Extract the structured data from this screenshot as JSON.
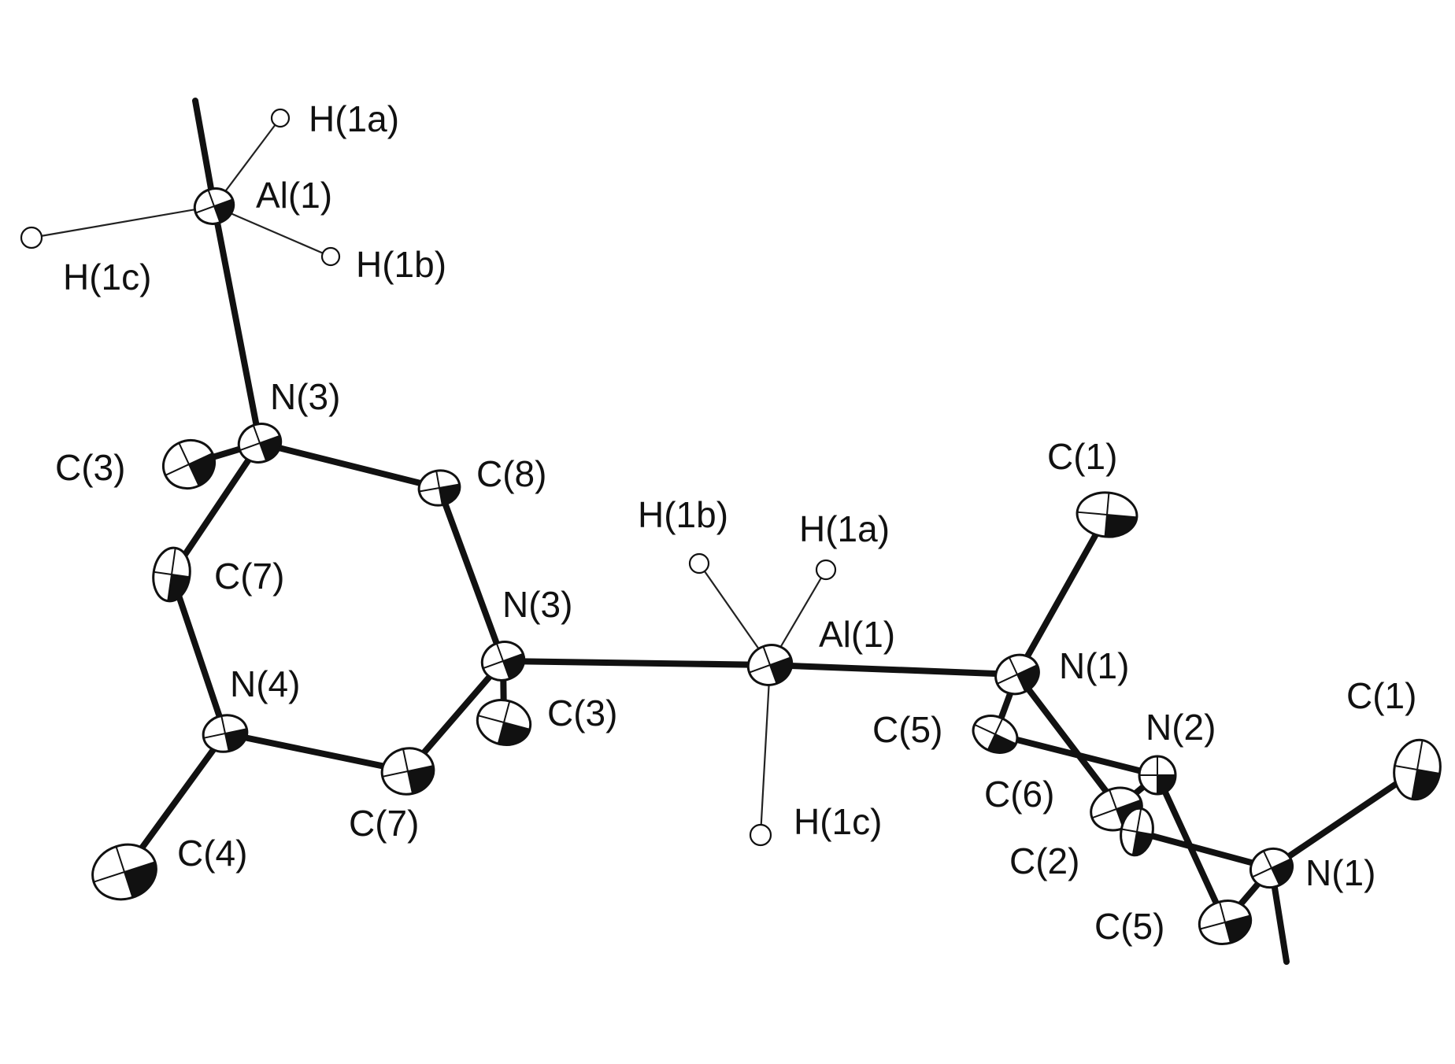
{
  "molecule": {
    "atoms": [
      {
        "id": "Al1_top",
        "label": "Al(1)",
        "kind": "ellipsoid"
      },
      {
        "id": "H1a_top",
        "label": "H(1a)",
        "kind": "hydrogen"
      },
      {
        "id": "H1b_top",
        "label": "H(1b)",
        "kind": "hydrogen"
      },
      {
        "id": "H1c_top",
        "label": "H(1c)",
        "kind": "hydrogen"
      },
      {
        "id": "N3_top",
        "label": "N(3)",
        "kind": "ellipsoid"
      },
      {
        "id": "C3_top",
        "label": "C(3)",
        "kind": "ellipsoid"
      },
      {
        "id": "C8",
        "label": "C(8)",
        "kind": "ellipsoid"
      },
      {
        "id": "C7_top",
        "label": "C(7)",
        "kind": "ellipsoid"
      },
      {
        "id": "N4",
        "label": "N(4)",
        "kind": "ellipsoid"
      },
      {
        "id": "C4",
        "label": "C(4)",
        "kind": "ellipsoid"
      },
      {
        "id": "C7_bot",
        "label": "C(7)",
        "kind": "ellipsoid"
      },
      {
        "id": "N3_mid",
        "label": "N(3)",
        "kind": "ellipsoid"
      },
      {
        "id": "C3_mid",
        "label": "C(3)",
        "kind": "ellipsoid"
      },
      {
        "id": "Al1_mid",
        "label": "Al(1)",
        "kind": "ellipsoid"
      },
      {
        "id": "H1b_mid",
        "label": "H(1b)",
        "kind": "hydrogen"
      },
      {
        "id": "H1a_mid",
        "label": "H(1a)",
        "kind": "hydrogen"
      },
      {
        "id": "H1c_mid",
        "label": "H(1c)",
        "kind": "hydrogen"
      },
      {
        "id": "N1_a",
        "label": "N(1)",
        "kind": "ellipsoid"
      },
      {
        "id": "C1_a",
        "label": "C(1)",
        "kind": "ellipsoid"
      },
      {
        "id": "C5_a",
        "label": "C(5)",
        "kind": "ellipsoid"
      },
      {
        "id": "N2",
        "label": "N(2)",
        "kind": "ellipsoid"
      },
      {
        "id": "C6",
        "label": "C(6)",
        "kind": "ellipsoid"
      },
      {
        "id": "C2",
        "label": "C(2)",
        "kind": "ellipsoid"
      },
      {
        "id": "N1_b",
        "label": "N(1)",
        "kind": "ellipsoid"
      },
      {
        "id": "C1_b",
        "label": "C(1)",
        "kind": "ellipsoid"
      },
      {
        "id": "C5_b",
        "label": "C(5)",
        "kind": "ellipsoid"
      }
    ],
    "bonds": [
      [
        "Al1_top",
        "H1a_top"
      ],
      [
        "Al1_top",
        "H1b_top"
      ],
      [
        "Al1_top",
        "H1c_top"
      ],
      [
        "Al1_top",
        "N3_top"
      ],
      [
        "N3_top",
        "C3_top"
      ],
      [
        "N3_top",
        "C8"
      ],
      [
        "N3_top",
        "C7_top"
      ],
      [
        "C7_top",
        "N4"
      ],
      [
        "N4",
        "C4"
      ],
      [
        "N4",
        "C7_bot"
      ],
      [
        "C7_bot",
        "N3_mid"
      ],
      [
        "C8",
        "N3_mid"
      ],
      [
        "N3_mid",
        "C3_mid"
      ],
      [
        "N3_mid",
        "Al1_mid"
      ],
      [
        "Al1_mid",
        "H1b_mid"
      ],
      [
        "Al1_mid",
        "H1a_mid"
      ],
      [
        "Al1_mid",
        "H1c_mid"
      ],
      [
        "Al1_mid",
        "N1_a"
      ],
      [
        "N1_a",
        "C1_a"
      ],
      [
        "N1_a",
        "C5_a"
      ],
      [
        "N1_a",
        "C2"
      ],
      [
        "C5_a",
        "N2"
      ],
      [
        "C6",
        "N2"
      ],
      [
        "C2",
        "N1_b"
      ],
      [
        "N2",
        "C5_b"
      ],
      [
        "N1_b",
        "C1_b"
      ],
      [
        "N1_b",
        "C5_b"
      ]
    ]
  }
}
